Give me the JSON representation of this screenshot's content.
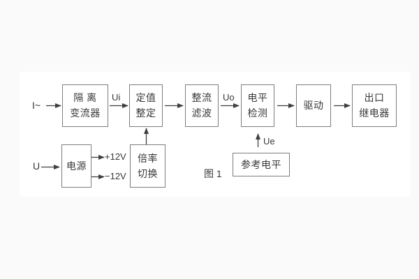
{
  "figure": {
    "caption": "图 1",
    "colors": {
      "page_background": "#fafafa",
      "canvas_background": "#ffffff",
      "box_border": "#7d7d7d",
      "line": "#3f3f3f",
      "text": "#383838"
    },
    "blocks": {
      "isolation": {
        "line1": "隔 离",
        "line2": "变流器"
      },
      "setting": {
        "line1": "定值",
        "line2": "整定"
      },
      "rectifier": {
        "line1": "整流",
        "line2": "滤波"
      },
      "level": {
        "line1": "电平",
        "line2": "检测"
      },
      "driver": {
        "line1": "驱动"
      },
      "relay": {
        "line1": "出口",
        "line2": "继电器"
      },
      "power": {
        "line1": "电源"
      },
      "ratio": {
        "line1": "倍率",
        "line2": "切换"
      },
      "reference": {
        "line1": "参考电平"
      }
    },
    "signals": {
      "input_current": "I~",
      "input_voltage": "U",
      "ui": "Ui",
      "uo": "Uo",
      "ue": "Ue",
      "plus_12v": "+12V",
      "minus_12v": "−12V"
    }
  }
}
